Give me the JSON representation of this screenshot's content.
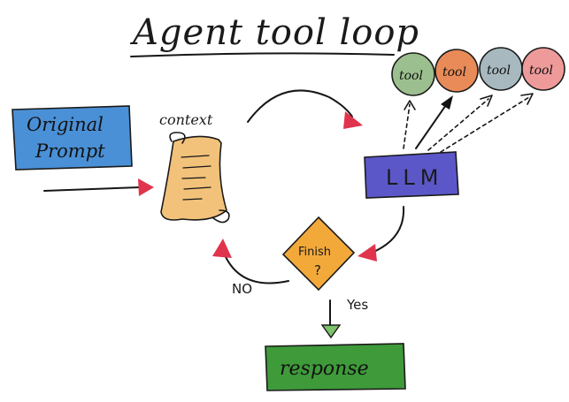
{
  "title": "Agent tool loop",
  "labels": {
    "original_prompt_line1": "Original",
    "original_prompt_line2": "Prompt",
    "context": "context",
    "llm": "LLM",
    "finish_line1": "Finish",
    "finish_line2": "?",
    "no": "NO",
    "yes": "Yes",
    "response": "response"
  },
  "tools": [
    {
      "label": "tool",
      "color": "#9bbf8e"
    },
    {
      "label": "tool",
      "color": "#e98b58"
    },
    {
      "label": "tool",
      "color": "#a7b9bf"
    },
    {
      "label": "tool",
      "color": "#ef9a9a"
    }
  ],
  "colors": {
    "prompt_box": "#4a90d6",
    "llm_box": "#5b57c9",
    "finish_diamond": "#f3a93a",
    "response_box": "#3f9a3a",
    "scroll": "#f2c27a",
    "arrowhead": "#e0344d",
    "yes_arrowhead": "#7cc36b"
  }
}
